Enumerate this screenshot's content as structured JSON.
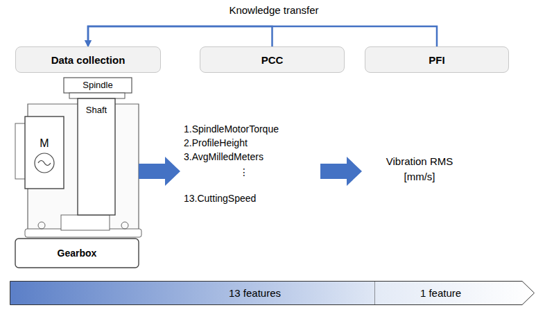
{
  "diagram": {
    "nodes": [
      {
        "text": [
          "Data collection"
        ]
      },
      {
        "text": [
          "PCC"
        ]
      },
      {
        "text": [
          "PFI"
        ]
      },
      {
        "text": [
          "13 features"
        ]
      },
      {
        "text": [
          "1 feature"
        ]
      }
    ],
    "edges": [
      {
        "from": 1,
        "to": 0,
        "arrow": "to"
      },
      {
        "from": 2,
        "to": 0,
        "label": "Knowledge transfer",
        "arrow": "to"
      }
    ],
    "labels": [
      "Spindle",
      "M",
      "Shaft",
      "Gearbox",
      "1.SpindleMotorTorque",
      "2.ProfileHeight",
      "3.AvgMilledMeters",
      "⋮",
      "13.CuttingSpeed",
      "Vibration RMS [mm/s]"
    ]
  }
}
